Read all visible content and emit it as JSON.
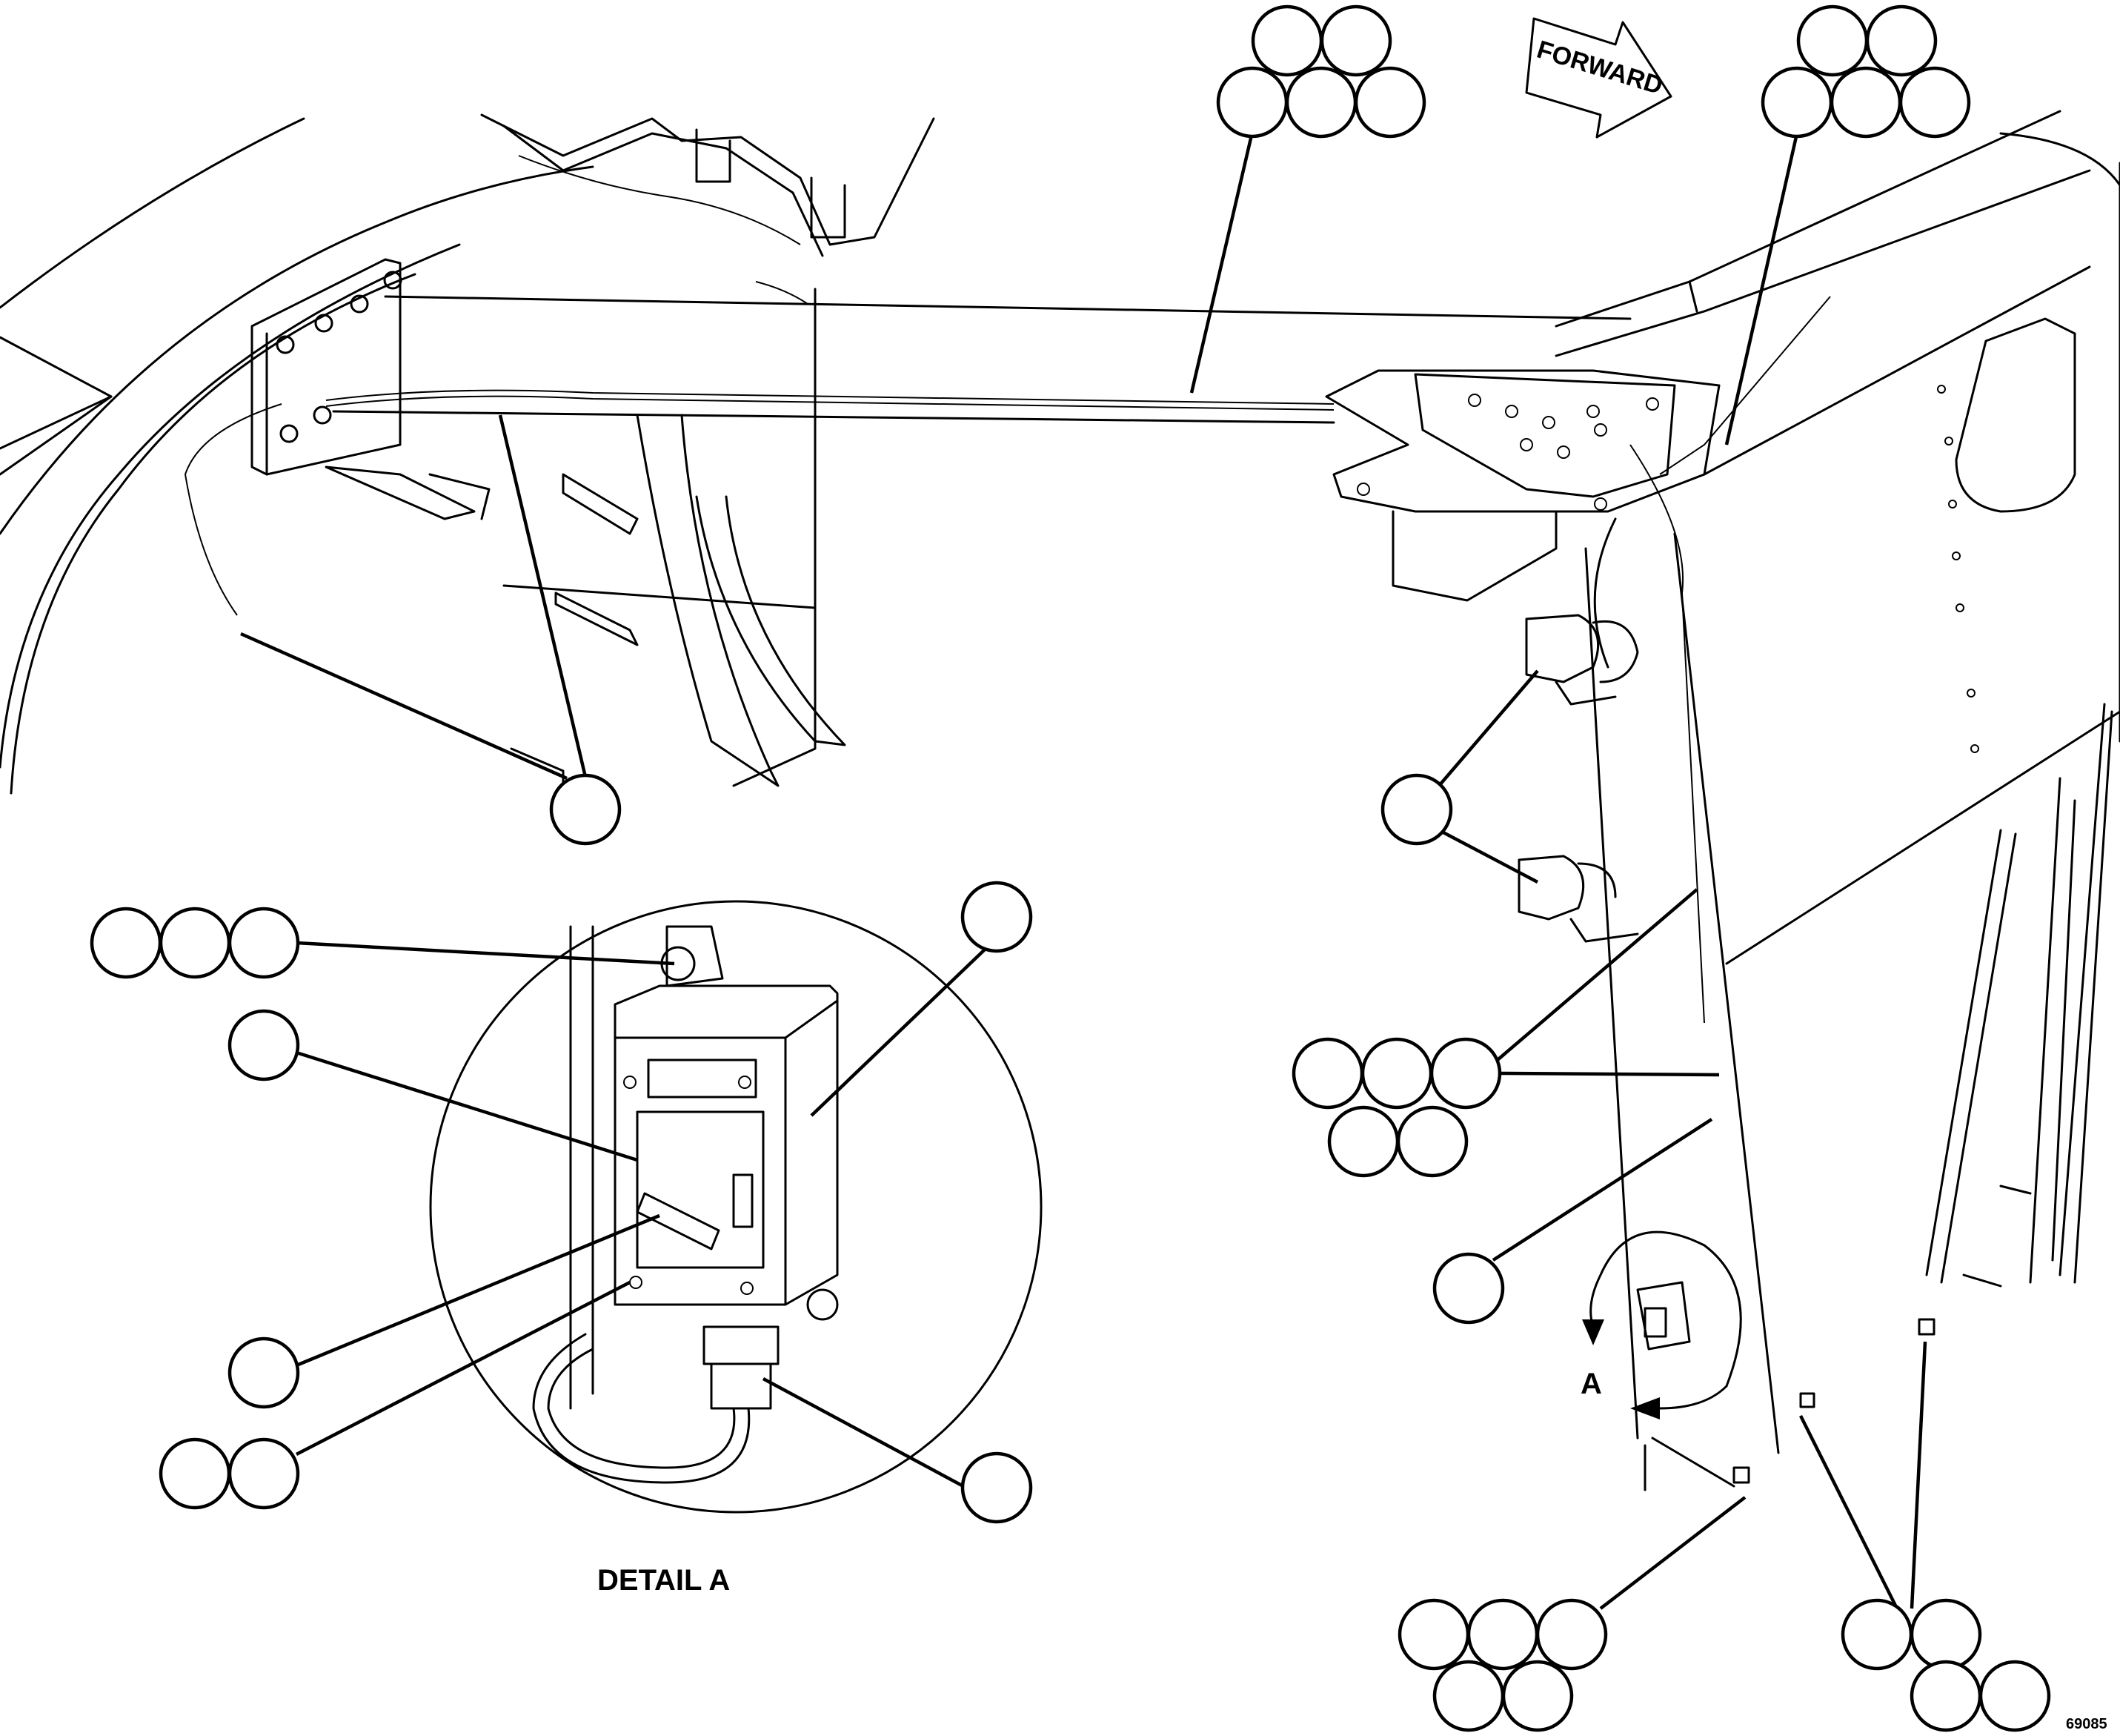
{
  "labels": {
    "forward_arrow": "FORWARD",
    "detail_view_marker": "A",
    "detail_caption": "DETAIL A",
    "figure_number": "69085"
  },
  "callout_groups": [
    {
      "id": "grp-top-center",
      "count": 5
    },
    {
      "id": "grp-top-right",
      "count": 5
    },
    {
      "id": "grp-left-clip",
      "count": 1
    },
    {
      "id": "grp-right-horn",
      "count": 1
    },
    {
      "id": "grp-right-mid",
      "count": 5
    },
    {
      "id": "grp-right-lower",
      "count": 1
    },
    {
      "id": "grp-bottom-center",
      "count": 5
    },
    {
      "id": "grp-bottom-right",
      "count": 4
    },
    {
      "id": "grp-detail-screw",
      "count": 3
    },
    {
      "id": "grp-detail-plate",
      "count": 1
    },
    {
      "id": "grp-detail-handle",
      "count": 1
    },
    {
      "id": "grp-detail-hole",
      "count": 2
    },
    {
      "id": "grp-detail-box",
      "count": 1
    },
    {
      "id": "grp-detail-fitting",
      "count": 1
    }
  ]
}
